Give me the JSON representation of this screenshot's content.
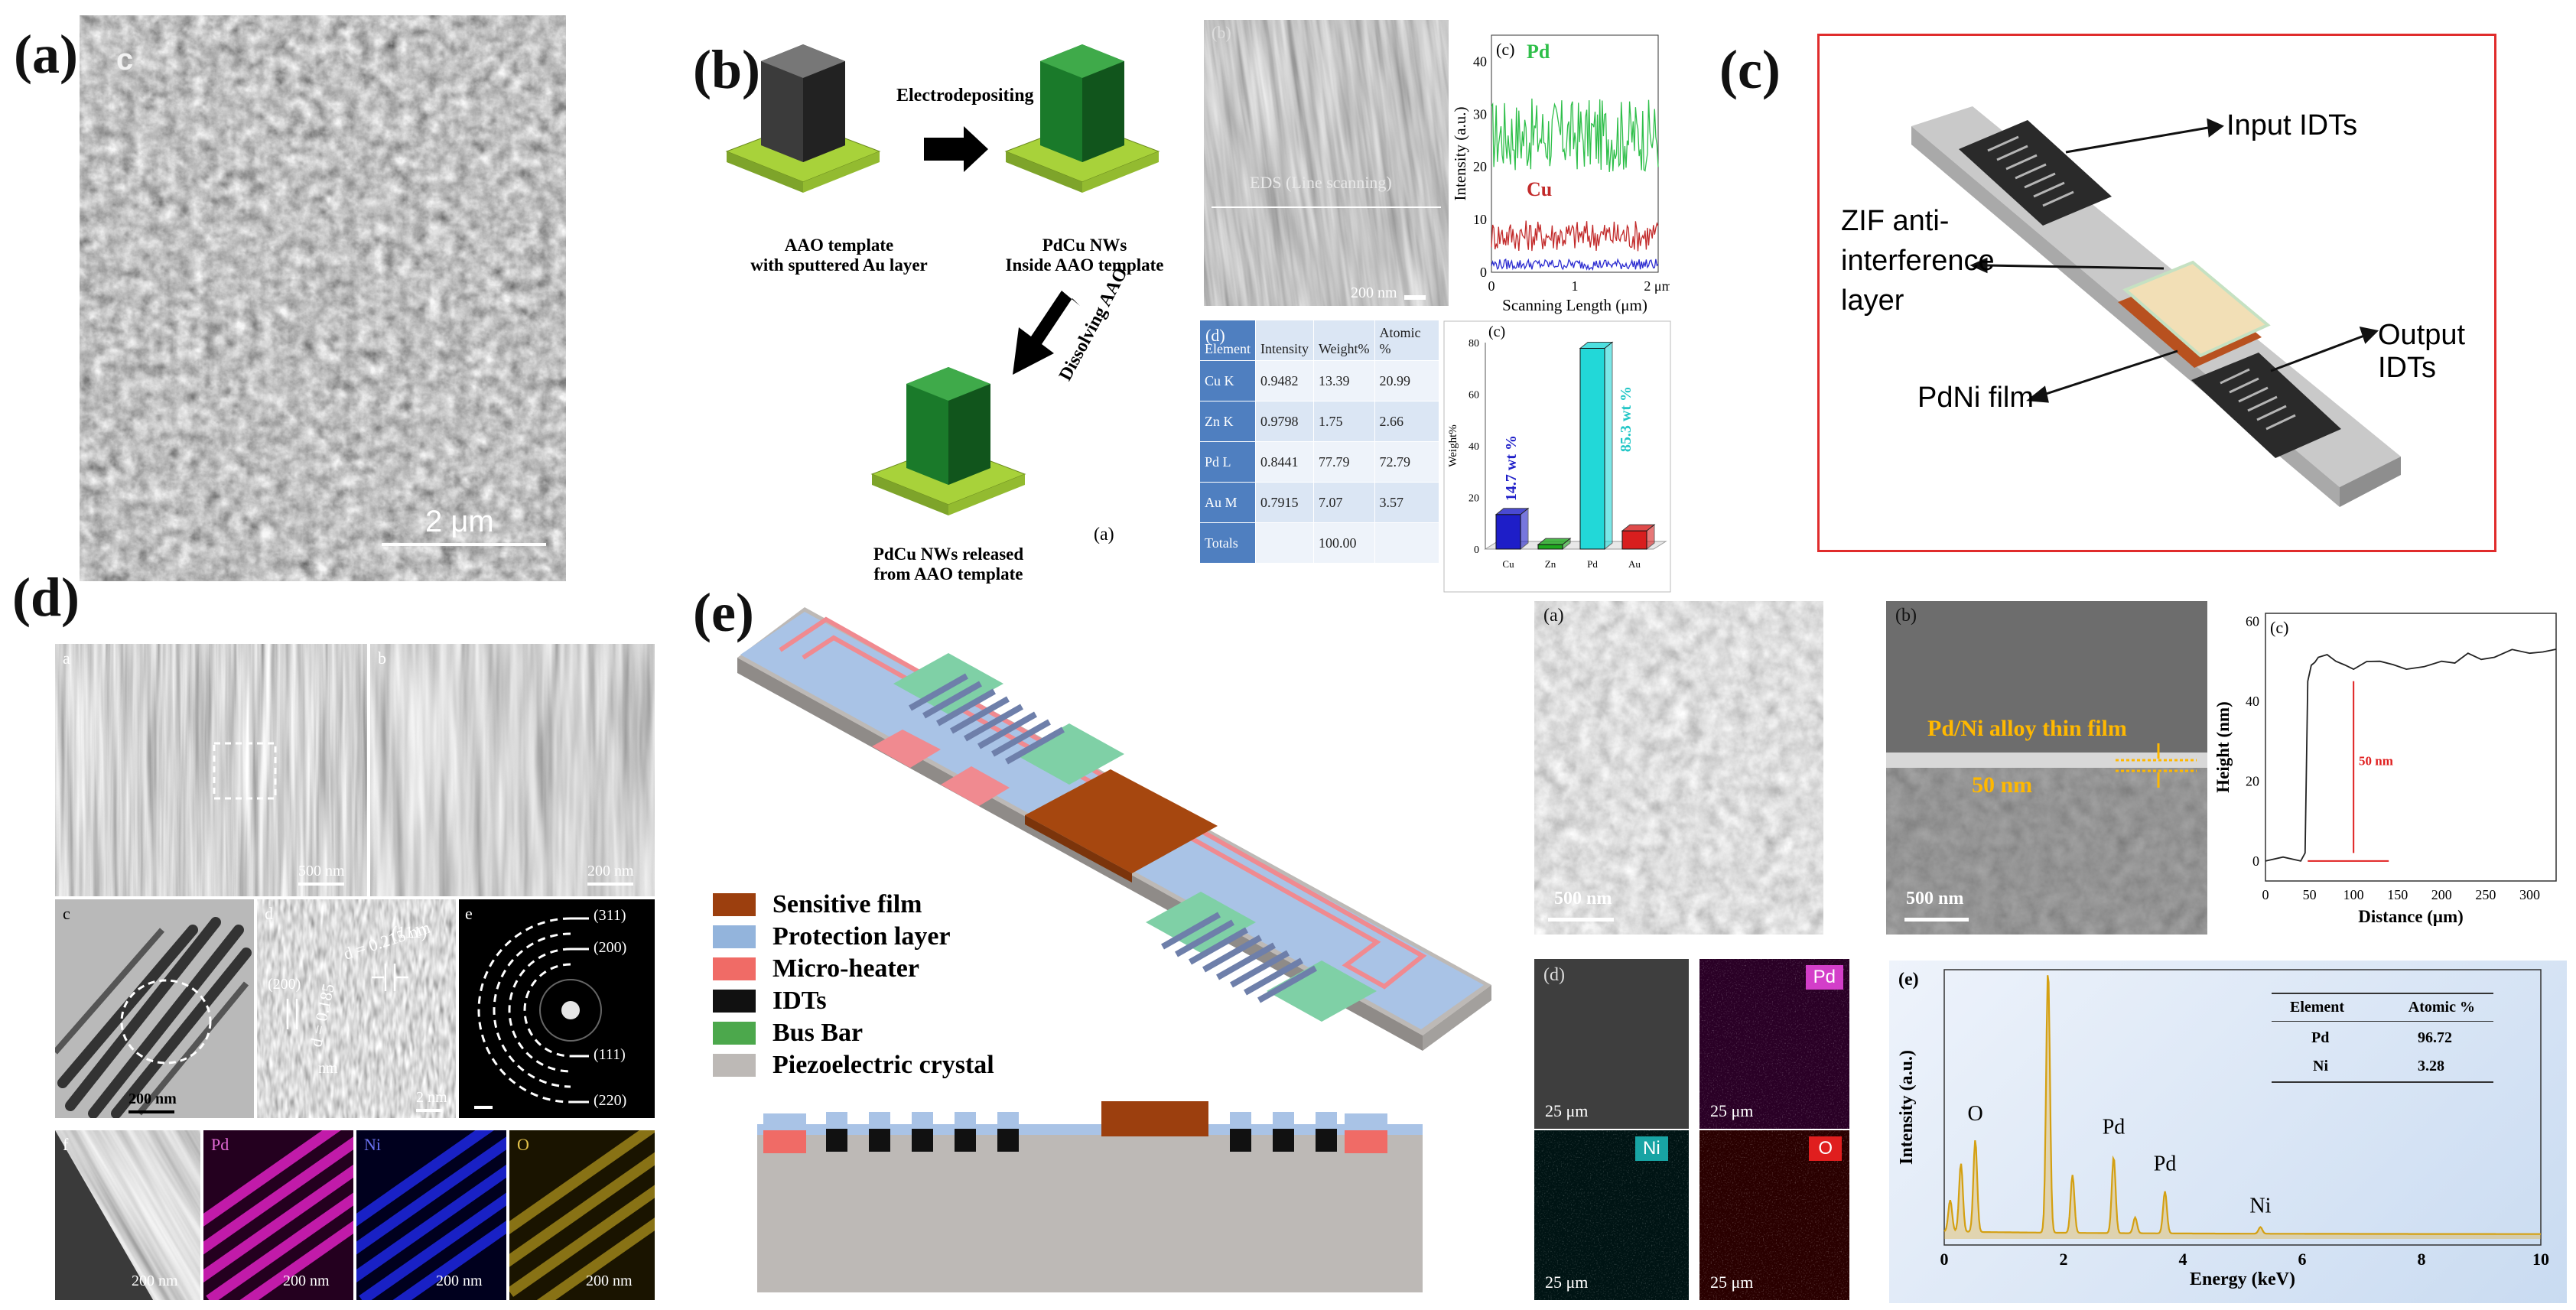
{
  "panels": {
    "a": {
      "label": "(a)",
      "corner_letter": "c",
      "scale": "2 μm"
    },
    "b": {
      "label": "(b)",
      "step1": "Electrodepositing",
      "step2": "Dissolving AAO",
      "t1a": "AAO template",
      "t1b": "with sputtered Au layer",
      "t2a": "PdCu NWs",
      "t2b": "Inside AAO template",
      "t3a": "PdCu NWs released",
      "t3b": "from AAO template",
      "sub_a": "(a)",
      "sem_label": "(b)",
      "sem_text": "EDS (Line scanning)",
      "sem_scale": "200 nm",
      "line_chart_label": "(c)",
      "table_label": "(d)",
      "table_header": [
        "Element",
        "Intensity",
        "Weight%",
        "Atomic %"
      ],
      "table_rows": [
        [
          "Cu K",
          "0.9482",
          "13.39",
          "20.99"
        ],
        [
          "Zn K",
          "0.9798",
          "1.75",
          "2.66"
        ],
        [
          "Pd L",
          "0.8441",
          "77.79",
          "72.79"
        ],
        [
          "Au M",
          "0.7915",
          "7.07",
          "3.57"
        ],
        [
          "Totals",
          "",
          "100.00",
          ""
        ]
      ],
      "bar_chart_label": "(c)",
      "bar_annot1": "14.7 wt %",
      "bar_annot2": "85.3 wt %"
    },
    "c": {
      "label": "(c)",
      "input": "Input IDTs",
      "output": "Output IDTs",
      "zif1": "ZIF anti-",
      "zif2": "interference",
      "zif3": "layer",
      "pdni": "PdNi film"
    },
    "d": {
      "label": "(d)",
      "sub": [
        "a",
        "b",
        "c",
        "d",
        "e",
        "f",
        "Pd",
        "Ni",
        "O"
      ],
      "scale_500": "500 nm",
      "scale_200": "200 nm",
      "scale_2": "2 nm",
      "hr_111": "(111)",
      "hr_d1": "d = 0.215 nm",
      "hr_200": "(200)",
      "hr_d2": "d = 0.185",
      "hr_nm": "nm",
      "rings": [
        "(311)",
        "(200)",
        "(111)",
        "(220)"
      ]
    },
    "e": {
      "label": "(e)",
      "legend": [
        {
          "name": "Sensitive film",
          "color": "#9c3f0e"
        },
        {
          "name": "Protection layer",
          "color": "#93b4dc"
        },
        {
          "name": "Micro-heater",
          "color": "#f06b66"
        },
        {
          "name": "IDTs",
          "color": "#111111"
        },
        {
          "name": "Bus Bar",
          "color": "#4ca84c"
        },
        {
          "name": "Piezoelectric crystal",
          "color": "#bdb9b6"
        }
      ]
    },
    "f": {
      "a_label": "(a)",
      "a_scale": "500 nm",
      "b_label": "(b)",
      "b_text": "Pd/Ni alloy thin film",
      "b_thick": "50 nm",
      "b_scale": "500 nm",
      "c_label": "(c)",
      "c_annot": "50 nm",
      "d_label": "(d)",
      "maps": [
        "Pd",
        "Ni",
        "O"
      ],
      "map_scale": "25 μm",
      "e_label": "(e)",
      "e_table_header": [
        "Element",
        "Atomic %"
      ],
      "e_table_rows": [
        [
          "Pd",
          "96.72"
        ],
        [
          "Ni",
          "3.28"
        ]
      ],
      "e_peaks": [
        "O",
        "Pd",
        "Pd",
        "Ni"
      ]
    }
  },
  "chart_data": [
    {
      "type": "line",
      "id": "eds-linescan",
      "title": "",
      "xlabel": "Scanning Length (μm)",
      "ylabel": "Intensity (a.u.)",
      "xlim": [
        0,
        2
      ],
      "ylim": [
        0,
        45
      ],
      "xticks": [
        "0",
        "1",
        "2 μm"
      ],
      "yticks": [
        "0",
        "10",
        "20",
        "30",
        "40"
      ],
      "series": [
        {
          "name": "Pd",
          "color": "#2fbf4a",
          "level": 26,
          "spread": 7
        },
        {
          "name": "Cu",
          "color": "#c22a2a",
          "level": 7,
          "spread": 3
        },
        {
          "name": "",
          "color": "#2b2bd0",
          "level": 1.5,
          "spread": 1
        }
      ]
    },
    {
      "type": "bar",
      "id": "weight-percent",
      "title": "",
      "ylabel": "Weight%",
      "categories": [
        "Cu",
        "Zn",
        "Pd",
        "Au"
      ],
      "values": [
        13.39,
        1.75,
        77.79,
        7.07
      ],
      "colors": [
        "#1e1ec8",
        "#1ea81e",
        "#22d8d8",
        "#d81e1e"
      ],
      "ylim": [
        0,
        80
      ],
      "yticks": [
        "0",
        "20",
        "40",
        "60",
        "80"
      ]
    },
    {
      "type": "line",
      "id": "height-profile",
      "title": "",
      "xlabel": "Distance (μm)",
      "ylabel": "Height (nm)",
      "xlim": [
        0,
        330
      ],
      "ylim": [
        -5,
        62
      ],
      "xticks": [
        "0",
        "50",
        "100",
        "150",
        "200",
        "250",
        "300"
      ],
      "yticks": [
        "0",
        "20",
        "40",
        "60"
      ],
      "x": [
        0,
        20,
        40,
        45,
        48,
        52,
        60,
        80,
        100,
        130,
        160,
        200,
        230,
        260,
        300,
        330
      ],
      "y": [
        0,
        1,
        0,
        2,
        45,
        49,
        51,
        50,
        48,
        50,
        48,
        50,
        52,
        51,
        52,
        53
      ]
    },
    {
      "type": "line",
      "id": "eds-spectrum",
      "title": "",
      "xlabel": "Energy (keV)",
      "ylabel": "Intensity (a.u.)",
      "xlim": [
        0,
        10
      ],
      "xticks": [
        "0",
        "2",
        "4",
        "6",
        "8",
        "10"
      ],
      "peaks": [
        {
          "x": 0.1,
          "h": 0.12
        },
        {
          "x": 0.28,
          "h": 0.26
        },
        {
          "x": 0.52,
          "h": 0.35
        },
        {
          "x": 1.74,
          "h": 1.0
        },
        {
          "x": 2.15,
          "h": 0.22
        },
        {
          "x": 2.84,
          "h": 0.29
        },
        {
          "x": 3.2,
          "h": 0.06
        },
        {
          "x": 3.7,
          "h": 0.16
        },
        {
          "x": 5.3,
          "h": 0.025
        }
      ]
    }
  ]
}
